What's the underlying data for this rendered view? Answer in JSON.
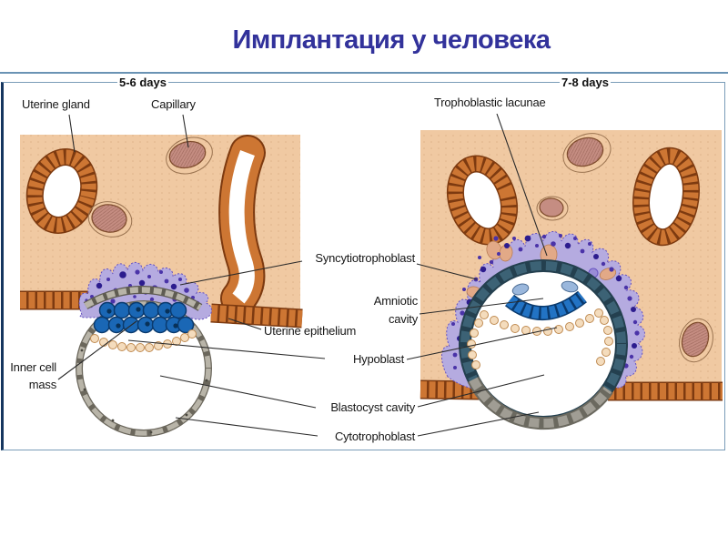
{
  "title": "Имплантация у человека",
  "diagram": {
    "left": {
      "caption": "5-6 days",
      "labels": {
        "uterine_gland": "Uterine gland",
        "capillary": "Capillary",
        "inner_cell_mass_1": "Inner cell",
        "inner_cell_mass_2": "mass"
      }
    },
    "right": {
      "caption": "7-8 days",
      "labels": {
        "trophoblastic_lacunae": "Trophoblastic lacunae"
      }
    },
    "center_labels": {
      "syncytiotrophoblast": "Syncytiotrophoblast",
      "amniotic_1": "Amniotic",
      "amniotic_2": "cavity",
      "uterine_epithelium": "Uterine epithelium",
      "hypoblast": "Hypoblast",
      "blastocyst_cavity": "Blastocyst cavity",
      "cytotrophoblast": "Cytotrophoblast"
    }
  },
  "colors": {
    "title": "#32329b",
    "separator": "#6a93b4",
    "panel_border": "#7a9cb8",
    "tissue": "#f0c9a2",
    "epithelium_orange": "#cd7633",
    "trophoblast_purple": "#b5abe0",
    "nuclei_purple": "#4a33a8",
    "icm_blue": "#1a67b5",
    "hypoblast_peach": "#f4dcbd",
    "cytotrophoblast_dark": "#24404f",
    "wall_gray": "#6b695f",
    "capillary_pink": "#c58d82",
    "leader_line": "#2b2b2b",
    "label_text": "#161616"
  }
}
